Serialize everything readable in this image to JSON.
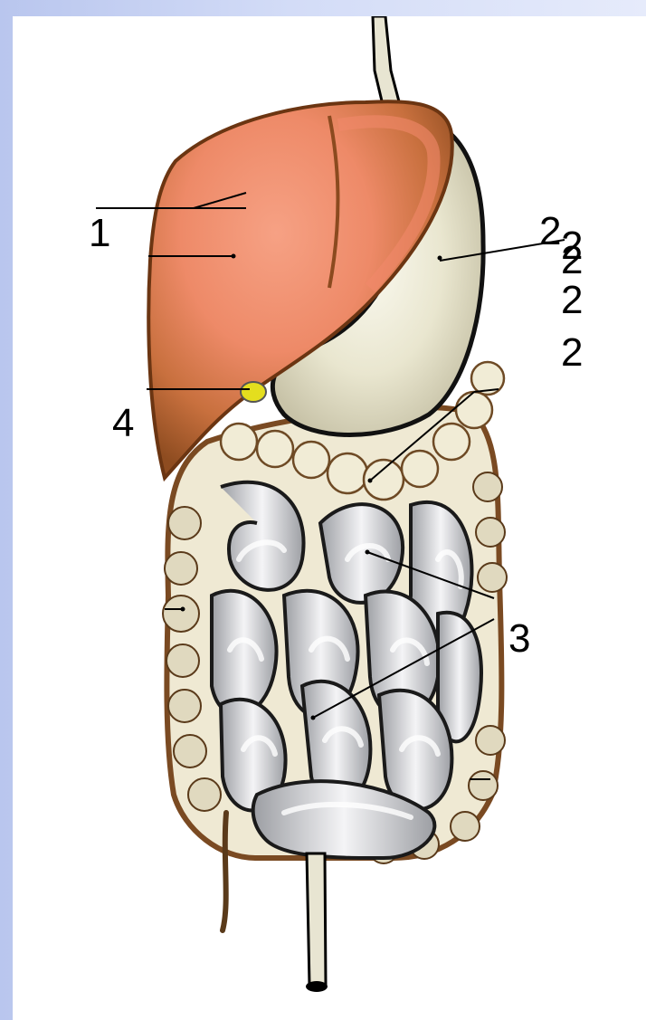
{
  "labels": {
    "liver": "1",
    "gallbladder": "4",
    "small_intestine": "3",
    "stomach_a": "2",
    "stomach_b": "2",
    "stomach_c": "2",
    "stomach_d": "2",
    "stomach_e": "2"
  },
  "colors": {
    "liver_dark": "#8b4a1f",
    "liver_mid": "#c0683a",
    "liver_light": "#f4977a",
    "stomach": "#ecebd9",
    "intestine": "#c9cbcf",
    "gallbladder": "#e4de1e",
    "colon": "#f1ecd6"
  }
}
